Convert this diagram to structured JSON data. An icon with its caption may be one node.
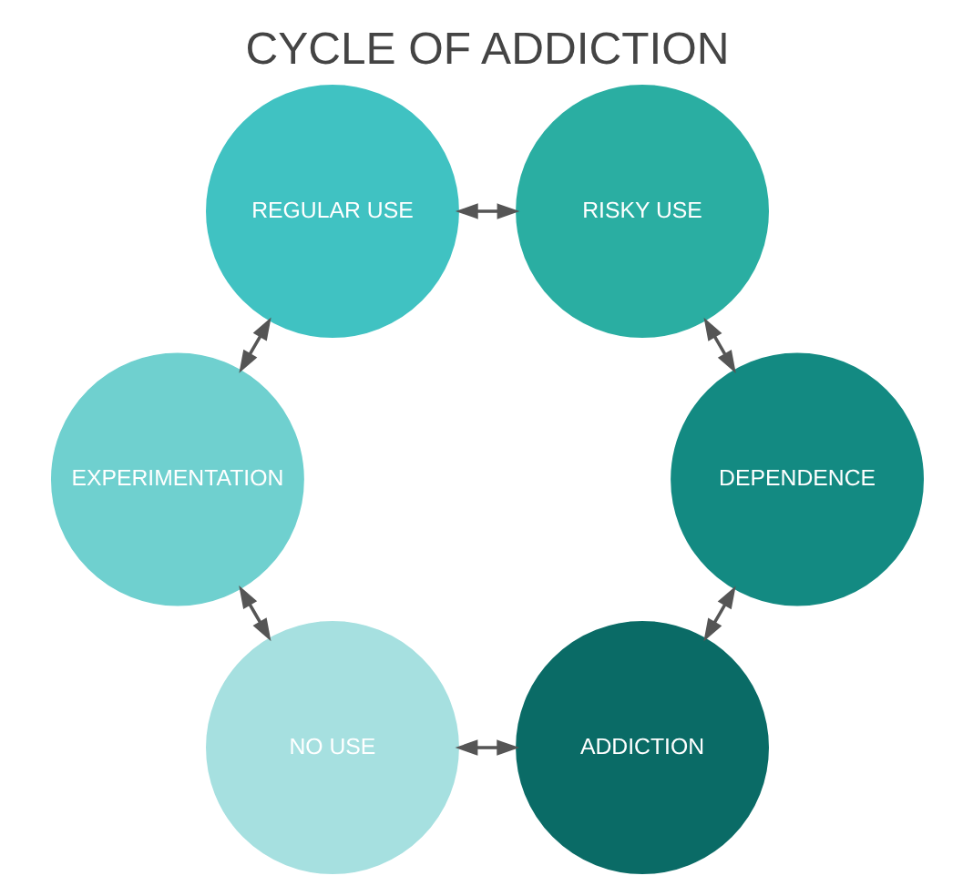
{
  "diagram": {
    "title": "CYCLE OF ADDICTION",
    "nodes": [
      {
        "text": [
          "ADDICTION"
        ]
      },
      {
        "text": [
          "NO USE"
        ]
      },
      {
        "text": [
          "EXPERIMENTATION"
        ]
      },
      {
        "text": [
          "REGULAR USE"
        ]
      },
      {
        "text": [
          "RISKY USE"
        ]
      },
      {
        "text": [
          "DEPENDENCE"
        ]
      }
    ],
    "edges": [
      {
        "from": 0,
        "to": 1,
        "arrow": "both"
      },
      {
        "from": 1,
        "to": 2,
        "arrow": "both"
      },
      {
        "from": 2,
        "to": 3,
        "arrow": "both"
      },
      {
        "from": 3,
        "to": 4,
        "arrow": "both"
      },
      {
        "from": 4,
        "to": 5,
        "arrow": "both"
      },
      {
        "from": 5,
        "to": 0,
        "arrow": "both"
      }
    ]
  }
}
